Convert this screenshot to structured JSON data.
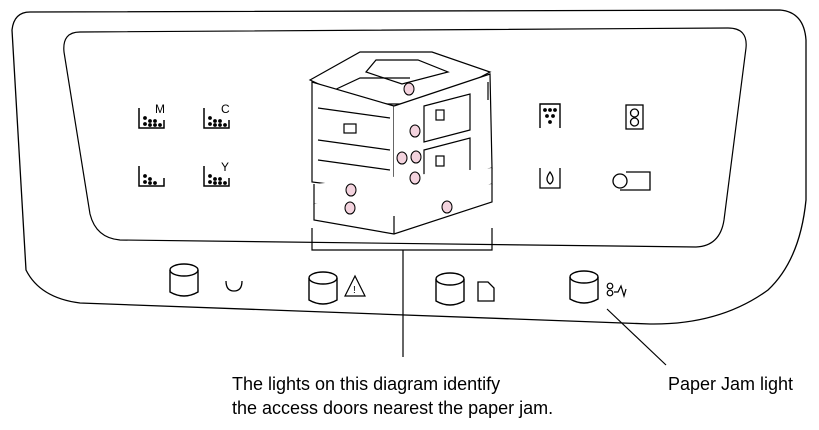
{
  "toner_labels": {
    "magenta": "M",
    "cyan": "C",
    "yellow": "Y"
  },
  "icons": [
    "toner-magenta-icon",
    "toner-cyan-icon",
    "toner-black-icon",
    "toner-yellow-icon",
    "drum-icon",
    "fuser-icon",
    "waste-toner-icon",
    "transfer-roller-icon",
    "power-icon",
    "attention-icon",
    "paper-icon",
    "paper-jam-icon"
  ],
  "callouts": {
    "doors_line1": "The lights on this diagram identify",
    "doors_line2": "the access doors nearest the paper jam.",
    "jam_light": "Paper Jam light"
  },
  "colors": {
    "door_light_fill": "#f3d3de",
    "stroke": "#000000",
    "background": "#ffffff"
  }
}
